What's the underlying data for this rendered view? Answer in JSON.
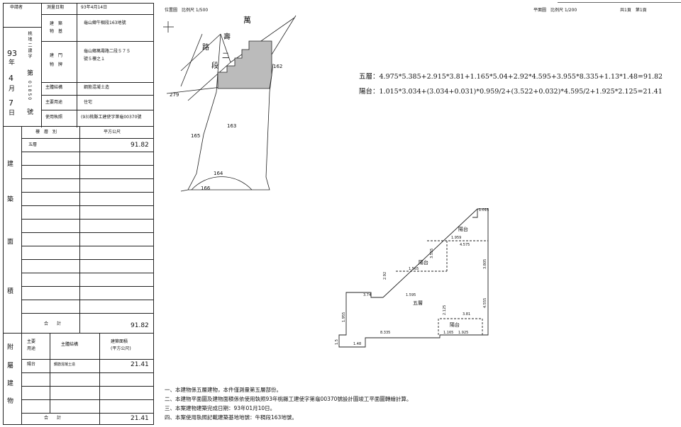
{
  "header": {
    "applicant_label": "申請者",
    "survey_date_label": "測量日期",
    "survey_date": "93年4月14日",
    "location_plan": "位置圖　比例尺 1/500",
    "floor_plan": "平面圖　比例尺 1/200",
    "sheets": "共1頁　第1頁"
  },
  "permit": {
    "prefix": "桃地二建字",
    "year": "93",
    "year_unit": "年",
    "number_label": "第",
    "number": "01850",
    "number_unit": "號",
    "month": "4",
    "month_unit": "月",
    "day": "7",
    "day_unit": "日"
  },
  "rows": {
    "building_site_label": "建　築\n物　基",
    "building_site_value": "龜山鄉牛稠段163地號",
    "door_label": "建　門\n物　牌",
    "door_value_1": "龜山鄉萬壽路二段５７５",
    "door_value_2": "號５樓之１",
    "structure_label": "主體結構",
    "structure_value": "鋼筋混凝土造",
    "use_label": "主要用途",
    "use_value": "住宅",
    "license_label": "使用執照",
    "license_value": "(93)桃縣工建使字第龜00370號"
  },
  "area_table": {
    "col_floor": "樓　層　別",
    "col_area": "平方公尺",
    "side_chars": [
      "建",
      "築",
      "面",
      "積"
    ],
    "floor_5": "五層",
    "floor_5_area": "91.82",
    "total_label": "合　　計",
    "total_value": "91.82"
  },
  "annex_table": {
    "side_chars": [
      "附",
      "屬",
      "建",
      "物"
    ],
    "col_use": "主要\n用途",
    "col_structure": "主體結構",
    "col_area": "建築面積\n(平方公尺)",
    "row_use": "陽台",
    "row_structure": "鋼筋混凝土造",
    "row_area": "21.41",
    "total_label": "合　　計",
    "total_value": "21.41"
  },
  "location_map": {
    "road_label": [
      "萬",
      "壽",
      "路",
      "二",
      "段"
    ],
    "lots": [
      "162",
      "279",
      "163",
      "165",
      "164",
      "166"
    ]
  },
  "formulas": {
    "floor5": "五層：4.975*5.385+2.915*3.81+1.165*5.04+2.92*4.595+3.955*8.335+1.13*1.48=91.82",
    "balcony": "陽台：1.015*3.034+(3.034+0.031)*0.959/2+(3.522+0.032)*4.595/2+1.925*2.125=21.41"
  },
  "floor_plan": {
    "labels": {
      "balcony_top": "陽台",
      "balcony_mid": "陽台",
      "balcony_small": "陽台",
      "floor": "五層"
    },
    "dims": [
      "1.015",
      "1.959",
      "4.575",
      "3.555",
      "3.805",
      "1.565",
      "2.92",
      "1.595",
      "3.74",
      "2.125",
      "3.81",
      "4.555",
      "1.165",
      "1.955",
      "1.925",
      "8.335",
      "1.48",
      "1.5"
    ]
  },
  "notes": [
    "一、本建物係五層建物，本件僅測量第五層部份。",
    "二、本建物平面圖及建物面積係依使用執照93年桃縣工建使字第龜00370號設計圖竣工平面圖轉繪計算。",
    "三、本案建物建築完成日期：93年01月10日。",
    "四、本案使用執照記載建築基地地號：牛稠段163地號。"
  ]
}
